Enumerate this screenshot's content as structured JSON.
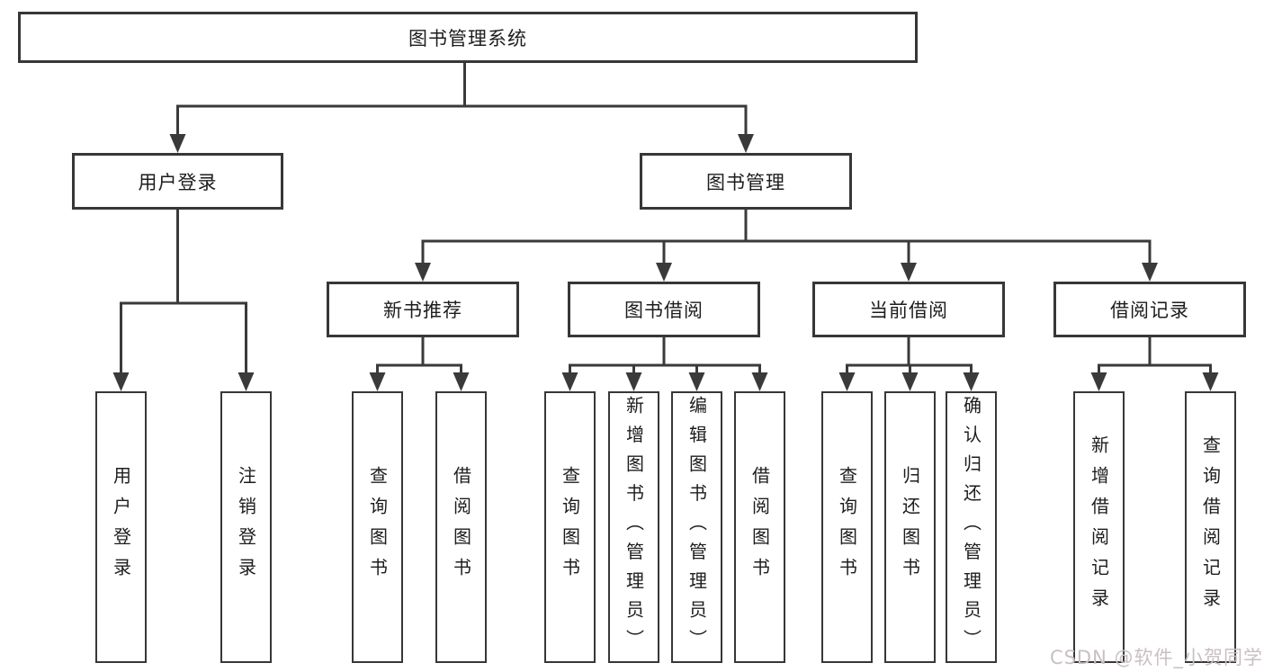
{
  "tree": {
    "root": {
      "label": "图书管理系统"
    },
    "user_login": {
      "label": "用户登录",
      "children": [
        {
          "label": "用户登录"
        },
        {
          "label": "注销登录"
        }
      ]
    },
    "book_mgmt": {
      "label": "图书管理",
      "sections": {
        "new_book": {
          "label": "新书推荐",
          "children": [
            {
              "label": "查询图书"
            },
            {
              "label": "借阅图书"
            }
          ]
        },
        "borrow": {
          "label": "图书借阅",
          "children": [
            {
              "label": "查询图书"
            },
            {
              "label": "新增图书（管理员）"
            },
            {
              "label": "编辑图书（管理员）"
            },
            {
              "label": "借阅图书"
            }
          ]
        },
        "current": {
          "label": "当前借阅",
          "children": [
            {
              "label": "查询图书"
            },
            {
              "label": "归还图书"
            },
            {
              "label": "确认归还（管理员）"
            }
          ]
        },
        "records": {
          "label": "借阅记录",
          "children": [
            {
              "label": "新增借阅记录"
            },
            {
              "label": "查询借阅记录"
            }
          ]
        }
      }
    }
  },
  "watermark": {
    "text": "CSDN @软件_小贺同学"
  },
  "colors": {
    "line": "#3a3a3a",
    "box_border": "#373737",
    "text": "#1d1d1d",
    "watermark": "#c9c0c0",
    "background": "#ffffff"
  }
}
